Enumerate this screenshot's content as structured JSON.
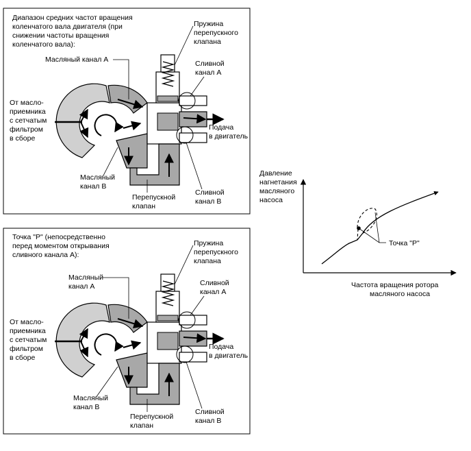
{
  "panel_top": {
    "title": [
      "Диапазон средних частот вращения",
      "коленчатого вала двигателя (при",
      "снижении частоты вращения",
      "коленчатого вала):"
    ],
    "label_spring": [
      "Пружина",
      "перепускного",
      "клапана"
    ],
    "label_oil_a": [
      "Масляный канал А"
    ],
    "label_drain_a": [
      "Сливной",
      "канал А"
    ],
    "label_source": [
      "От масло-",
      "приемника",
      "с сетчатым",
      "фильтром",
      "в сборе"
    ],
    "label_supply": [
      "Подача",
      "в двигатель"
    ],
    "label_oil_b": [
      "Масляный",
      "канал В"
    ],
    "label_drain_b": [
      "Сливной",
      "канал В"
    ],
    "label_bypass": [
      "Перепускной",
      "клапан"
    ]
  },
  "panel_bottom": {
    "title": [
      "Точка \"Р\" (непосредственно",
      "перед моментом открывания",
      "сливного канала А):"
    ],
    "label_spring": [
      "Пружина",
      "перепускного",
      "клапана"
    ],
    "label_oil_a": [
      "Масляный",
      "канал А"
    ],
    "label_drain_a": [
      "Сливной",
      "канал А"
    ],
    "label_source": [
      "От масло-",
      "приемника",
      "с сетчатым",
      "фильтром",
      "в сборе"
    ],
    "label_supply": [
      "Подача",
      "в двигатель"
    ],
    "label_oil_b": [
      "Масляный",
      "канал В"
    ],
    "label_drain_b": [
      "Сливной",
      "канал В"
    ],
    "label_bypass": [
      "Перепускной",
      "клапан"
    ]
  },
  "graph": {
    "ylabel": [
      "Давление",
      "нагнетания",
      "масляного",
      "насоса"
    ],
    "xlabel": [
      "Частота вращения ротора",
      "масляного насоса"
    ],
    "point_label": "Точка \"Р\""
  }
}
